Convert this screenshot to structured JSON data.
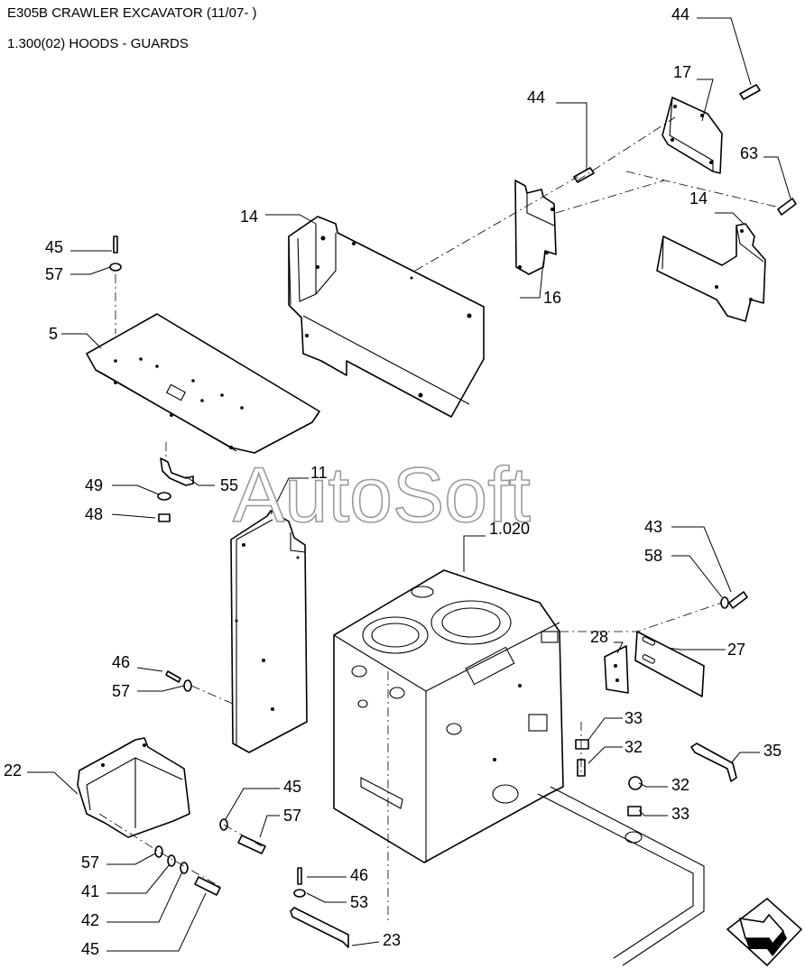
{
  "header": {
    "title": "E305B CRAWLER EXCAVATOR (11/07- )",
    "subtitle": "1.300(02) HOODS - GUARDS"
  },
  "watermark": "AutoSoft",
  "callouts": [
    {
      "id": "c44a",
      "text": "44"
    },
    {
      "id": "c17",
      "text": "17"
    },
    {
      "id": "c44b",
      "text": "44"
    },
    {
      "id": "c63",
      "text": "63"
    },
    {
      "id": "c14a",
      "text": "14"
    },
    {
      "id": "c14b",
      "text": "14"
    },
    {
      "id": "c45a",
      "text": "45"
    },
    {
      "id": "c57a",
      "text": "57"
    },
    {
      "id": "c16",
      "text": "16"
    },
    {
      "id": "c5",
      "text": "5"
    },
    {
      "id": "c11",
      "text": "11"
    },
    {
      "id": "c49",
      "text": "49"
    },
    {
      "id": "c55",
      "text": "55"
    },
    {
      "id": "c48",
      "text": "48"
    },
    {
      "id": "c1020",
      "text": "1.020"
    },
    {
      "id": "c43",
      "text": "43"
    },
    {
      "id": "c58",
      "text": "58"
    },
    {
      "id": "c28",
      "text": "28"
    },
    {
      "id": "c27",
      "text": "27"
    },
    {
      "id": "c46a",
      "text": "46"
    },
    {
      "id": "c57b",
      "text": "57"
    },
    {
      "id": "c33a",
      "text": "33"
    },
    {
      "id": "c32a",
      "text": "32"
    },
    {
      "id": "c35",
      "text": "35"
    },
    {
      "id": "c22",
      "text": "22"
    },
    {
      "id": "c45b",
      "text": "45"
    },
    {
      "id": "c32b",
      "text": "32"
    },
    {
      "id": "c57c",
      "text": "57"
    },
    {
      "id": "c33b",
      "text": "33"
    },
    {
      "id": "c57d",
      "text": "57"
    },
    {
      "id": "c41",
      "text": "41"
    },
    {
      "id": "c46b",
      "text": "46"
    },
    {
      "id": "c53",
      "text": "53"
    },
    {
      "id": "c42",
      "text": "42"
    },
    {
      "id": "c23",
      "text": "23"
    },
    {
      "id": "c45c",
      "text": "45"
    }
  ],
  "nav": {
    "icon": "next-page-arrow-icon"
  },
  "colors": {
    "line": "#000000",
    "background": "#ffffff",
    "watermark": "#9a9a9a"
  }
}
